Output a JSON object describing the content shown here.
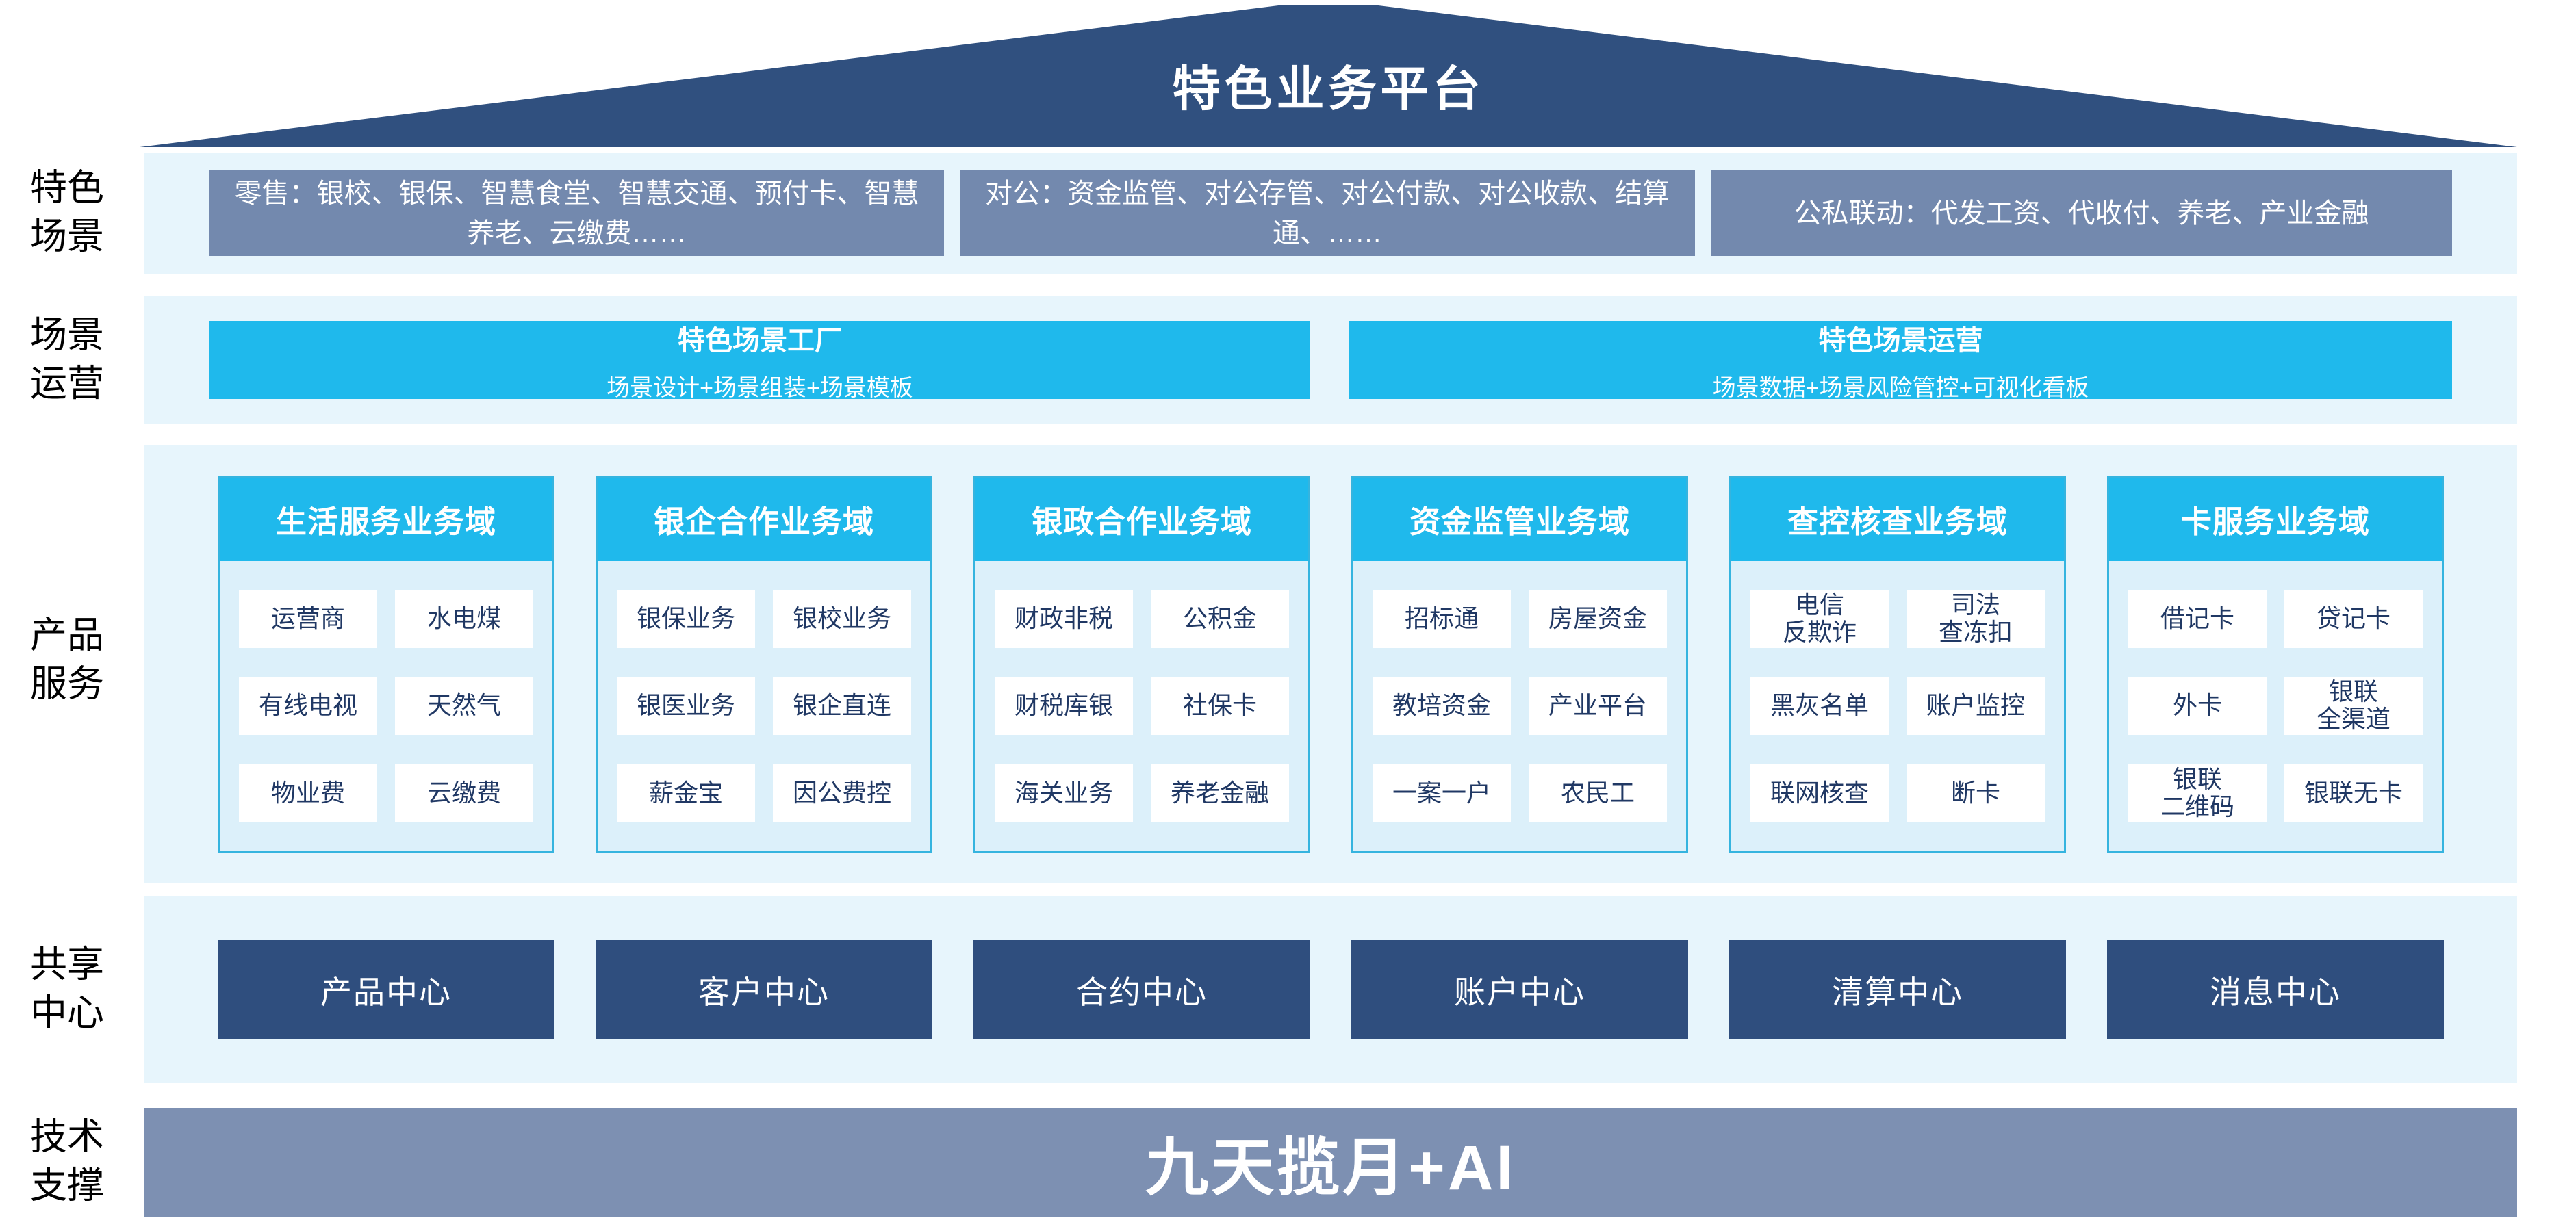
{
  "banner": {
    "title": "特色业务平台"
  },
  "side_labels": {
    "scenario": "特色\n场景",
    "operation": "场景\n运营",
    "product": "产品\n服务",
    "center": "共享\n中心",
    "tech": "技术\n支撑"
  },
  "scenario_row": {
    "boxes": [
      "零售：银校、银保、智慧食堂、智慧交通、预付卡、智慧养老、云缴费……",
      "对公：资金监管、对公存管、对公付款、对公收款、结算通、……",
      "公私联动：代发工资、代收付、养老、产业金融"
    ]
  },
  "operation_row": {
    "boxes": [
      {
        "title": "特色场景工厂",
        "subtitle": "场景设计+场景组装+场景模板"
      },
      {
        "title": "特色场景运营",
        "subtitle": "场景数据+场景风险管控+可视化看板"
      }
    ]
  },
  "product_row": {
    "columns": [
      {
        "header": "生活服务业务域",
        "cells": [
          "运营商",
          "水电煤",
          "有线电视",
          "天然气",
          "物业费",
          "云缴费"
        ]
      },
      {
        "header": "银企合作业务域",
        "cells": [
          "银保业务",
          "银校业务",
          "银医业务",
          "银企直连",
          "薪金宝",
          "因公费控"
        ]
      },
      {
        "header": "银政合作业务域",
        "cells": [
          "财政非税",
          "公积金",
          "财税库银",
          "社保卡",
          "海关业务",
          "养老金融"
        ]
      },
      {
        "header": "资金监管业务域",
        "cells": [
          "招标通",
          "房屋资金",
          "教培资金",
          "产业平台",
          "一案一户",
          "农民工"
        ]
      },
      {
        "header": "查控核查业务域",
        "cells": [
          "电信\n反欺诈",
          "司法\n查冻扣",
          "黑灰名单",
          "账户监控",
          "联网核查",
          "断卡"
        ]
      },
      {
        "header": "卡服务业务域",
        "cells": [
          "借记卡",
          "贷记卡",
          "外卡",
          "银联\n全渠道",
          "银联\n二维码",
          "银联无卡"
        ]
      }
    ]
  },
  "center_row": {
    "boxes": [
      "产品中心",
      "客户中心",
      "合约中心",
      "账户中心",
      "清算中心",
      "消息中心"
    ]
  },
  "tech_row": {
    "text": "九天揽月+AI"
  },
  "colors": {
    "roof_navy": "#30507F",
    "scenario_gray_blue": "#7389AE",
    "band_light_blue": "#E7F5FC",
    "cyan_accent": "#1FB9EC",
    "column_border_cyan": "#35B4DF",
    "column_body_blue": "#DCF0FA",
    "cell_text_navy": "#203864",
    "center_navy": "#2F4E7E",
    "tech_slate_blue": "#7D90B2",
    "text_white": "#FFFFFF"
  }
}
